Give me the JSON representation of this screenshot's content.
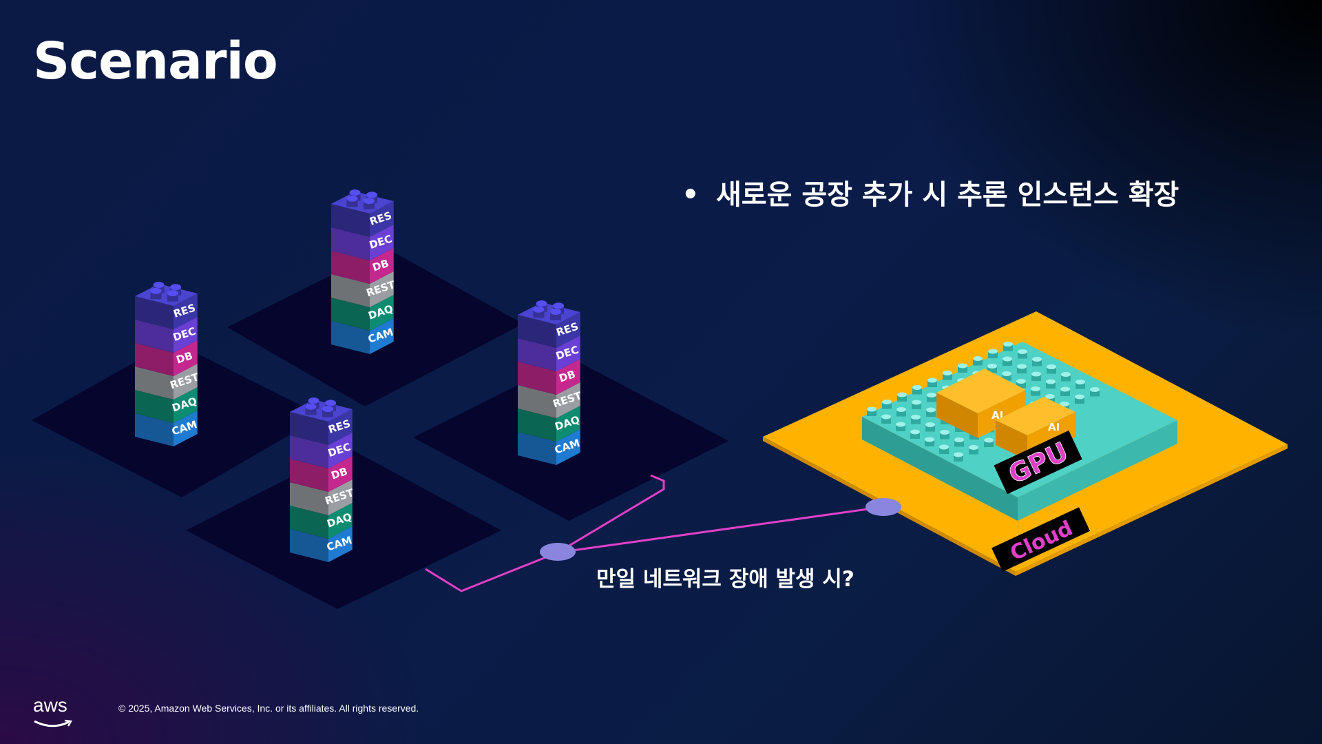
{
  "slide": {
    "title": "Scenario",
    "bullet": "새로운 공장 추가 시 추론 인스턴스 확장",
    "question": "만일 네트워크 장애 발생 시?"
  },
  "stack_layers": [
    "RES",
    "DEC",
    "DB",
    "REST",
    "DAQ",
    "CAM"
  ],
  "cloud": {
    "platform_label": "Cloud",
    "board_label": "GPU",
    "ai_block_labels": [
      "AI",
      "AI"
    ]
  },
  "footer": {
    "logo": "aws",
    "copyright": "© 2025, Amazon Web Services, Inc. or its affiliates. All rights reserved."
  },
  "colors": {
    "RES": "#3b36a6",
    "DEC": "#6a3fd4",
    "DB": "#c4288f",
    "REST": "#9a9ea3",
    "DAQ": "#0e8c72",
    "CAM": "#1f7ad1",
    "platform": "#05052e",
    "cloud_platform": "#ffb300",
    "gpu_blocks": "#5ee0d4",
    "ai_blocks": "#f0a000",
    "network_line": "#e040c8",
    "node": "#8a86e0"
  }
}
